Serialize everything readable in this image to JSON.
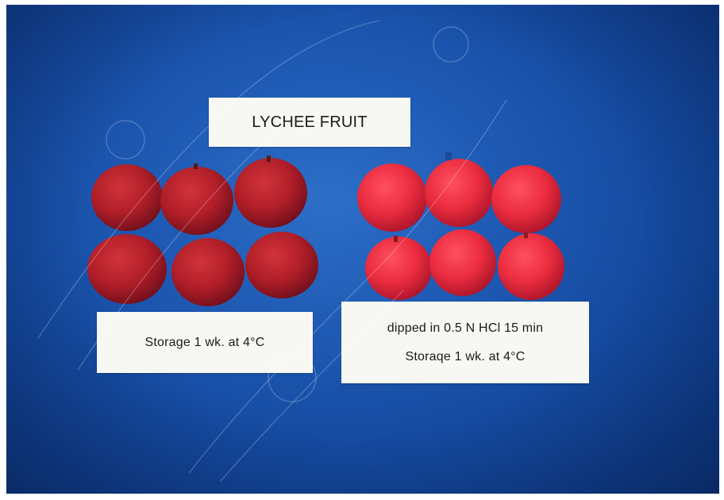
{
  "labels": {
    "title": "LYCHEE FRUIT",
    "left": "Storage 1 wk. at 4°C",
    "right_line1": "dipped in 0.5 N HCl 15 min",
    "right_line2": "Storaqe 1 wk. at 4°C"
  },
  "colors": {
    "background_blue": "#1f5bb5",
    "untreated_fruit": "#b8202a",
    "treated_fruit": "#e8303f",
    "label_bg": "#f7f7f4"
  }
}
